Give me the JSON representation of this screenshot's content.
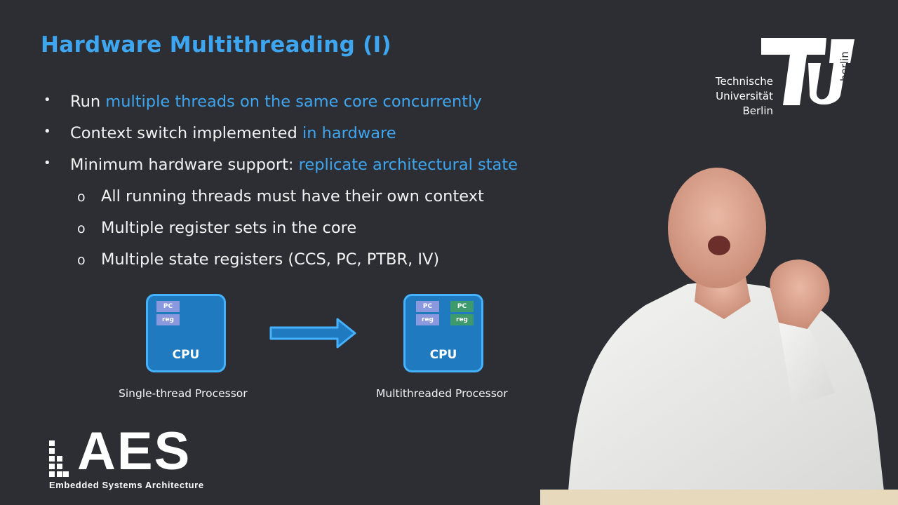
{
  "slide": {
    "title": "Hardware Multithreading (I)",
    "bullets": [
      {
        "level": 1,
        "marker": "•",
        "plain": "Run ",
        "highlight": "multiple threads on the same core concurrently"
      },
      {
        "level": 1,
        "marker": "•",
        "plain": "Context switch implemented ",
        "highlight": "in hardware"
      },
      {
        "level": 1,
        "marker": "•",
        "plain": "Minimum hardware support: ",
        "highlight": "replicate architectural state"
      },
      {
        "level": 2,
        "marker": "o",
        "plain": "All running threads must have their own context",
        "highlight": ""
      },
      {
        "level": 2,
        "marker": "o",
        "plain": "Multiple register sets in the core",
        "highlight": ""
      },
      {
        "level": 2,
        "marker": "o",
        "plain": "Multiple state registers (CCS, PC, PTBR, IV)",
        "highlight": ""
      }
    ]
  },
  "diagram": {
    "single": {
      "cpu_label": "CPU",
      "caption": "Single-thread Processor",
      "regs": [
        {
          "pc": "PC",
          "reg": "reg",
          "color": "#8a98de"
        }
      ]
    },
    "multi": {
      "cpu_label": "CPU",
      "caption": "Multithreaded Processor",
      "regs": [
        {
          "pc": "PC",
          "reg": "reg",
          "color": "#8a98de"
        },
        {
          "pc": "PC",
          "reg": "reg",
          "color": "#3c9a6c"
        }
      ]
    },
    "arrow_icon": "right-arrow-icon"
  },
  "logos": {
    "aes_letters": "AES",
    "aes_subtitle": "Embedded Systems Architecture",
    "tu_lines": [
      "Technische",
      "Universität",
      "Berlin"
    ],
    "tu_vertical": "berlin"
  },
  "colors": {
    "background": "#2c2e34",
    "accent": "#3ea6f0",
    "cpu_fill": "#1f7ac0",
    "cpu_border": "#44b2ff"
  }
}
